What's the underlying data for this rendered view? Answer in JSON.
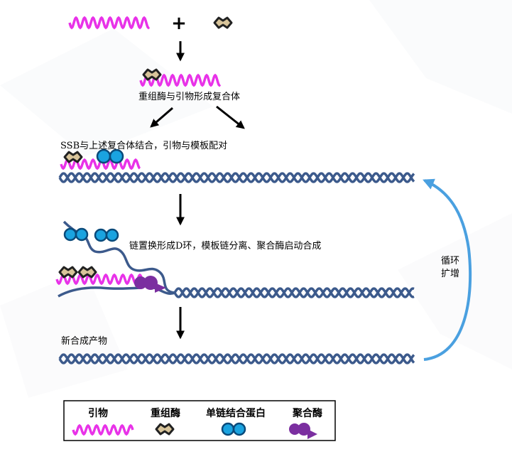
{
  "labels": {
    "plus": "+",
    "step1": "重组酶与引物形成复合体",
    "step2": "SSB与上述复合体结合，引物与模板配对",
    "step3": "链置换形成D环，模板链分离、聚合酶启动合成",
    "step4": "新合成产物",
    "cycle_line1": "循环",
    "cycle_line2": "扩增"
  },
  "legend": {
    "primer": "引物",
    "recombinase": "重组酶",
    "ssb": "单链结合蛋白",
    "polymerase": "聚合酶"
  },
  "colors": {
    "primer": "#e832e8",
    "dna": "#3c5a8c",
    "recombinase_fill": "#d8c49a",
    "ssb_fill": "#1aa3e0",
    "polymerase_fill": "#7b2fa0",
    "cycle_arrow": "#4aa0e0"
  }
}
